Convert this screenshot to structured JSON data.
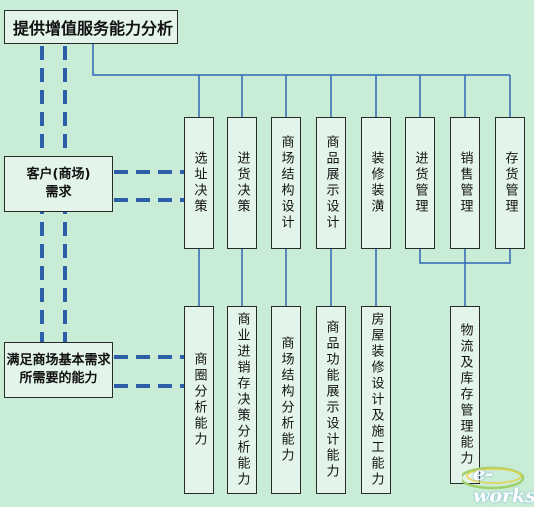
{
  "title": "提供增值服务能力分析",
  "customer_needs": "客户(商场)需求",
  "capability": "满足商场基本需求所需要的能力",
  "upper_items": [
    "选址决策",
    "进货决策",
    "商场结构设计",
    "商品展示设计",
    "装修装潢",
    "进货管理",
    "销售管理",
    "存货管理"
  ],
  "lower_items": [
    "商圈分析能力",
    "商业进销存决策分析能力",
    "商场结构分析能力",
    "商品功能展示设计能力",
    "房屋装修设计及施工能力",
    "物流及库存管理能力"
  ],
  "logo": "e-works",
  "colors": {
    "background": "#c9ecd6",
    "box": "#e3f5ea",
    "line_blue": "#2f66b3",
    "dash_blue": "#2d5fa8"
  }
}
